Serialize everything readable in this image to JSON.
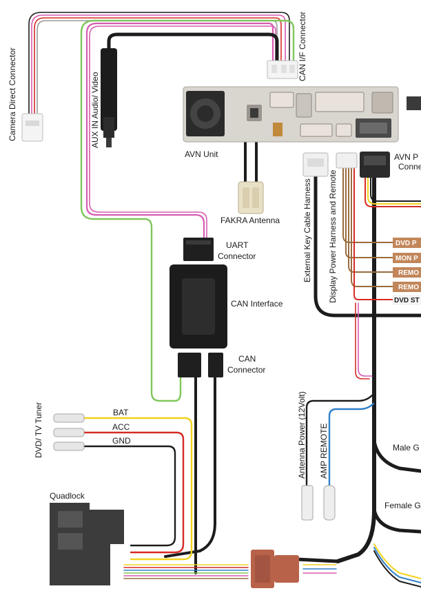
{
  "labels": {
    "camera_direct": "Camera Direct Connector",
    "aux_in": "AUX IN Audio/ Video",
    "can_if": "CAN I/F Connector",
    "avn_unit": "AVN Unit",
    "avn_power_1": "AVN P",
    "avn_power_2": "Conne",
    "fakra": "FAKRA Antenna",
    "uart_1": "UART",
    "uart_2": "Connector",
    "can_interface": "CAN Interface",
    "can_connector_1": "CAN",
    "can_connector_2": "Connector",
    "ext_key": "External Key Cable Harness",
    "display_power": "Display Power Harness and Remote",
    "dvd_tuner": "DVD/ TV Tuner",
    "bat": "BAT",
    "acc": "ACC",
    "gnd": "GND",
    "quadlock": "Quadlock",
    "antenna_power": "Antenna Power (12Volt)",
    "amp_remote": "AMP REMOTE",
    "male": "Male G",
    "female": "Female G"
  },
  "tags": {
    "dvd_p": "DVD P",
    "mon_p": "MON P",
    "remo_1": "REMO",
    "remo_2": "REMO",
    "dvd_st": "DVD ST"
  },
  "colors": {
    "black": "#1c1c1c",
    "yellow": "#f2d21c",
    "red": "#d62a24",
    "pink": "#d65ab0",
    "green": "#7fc65a",
    "blue": "#2f7fc8",
    "brown": "#9a6b3c",
    "tag_brown": "#c2865a",
    "connector_red": "#b8624a",
    "unit_gray": "#d9d5cf"
  }
}
